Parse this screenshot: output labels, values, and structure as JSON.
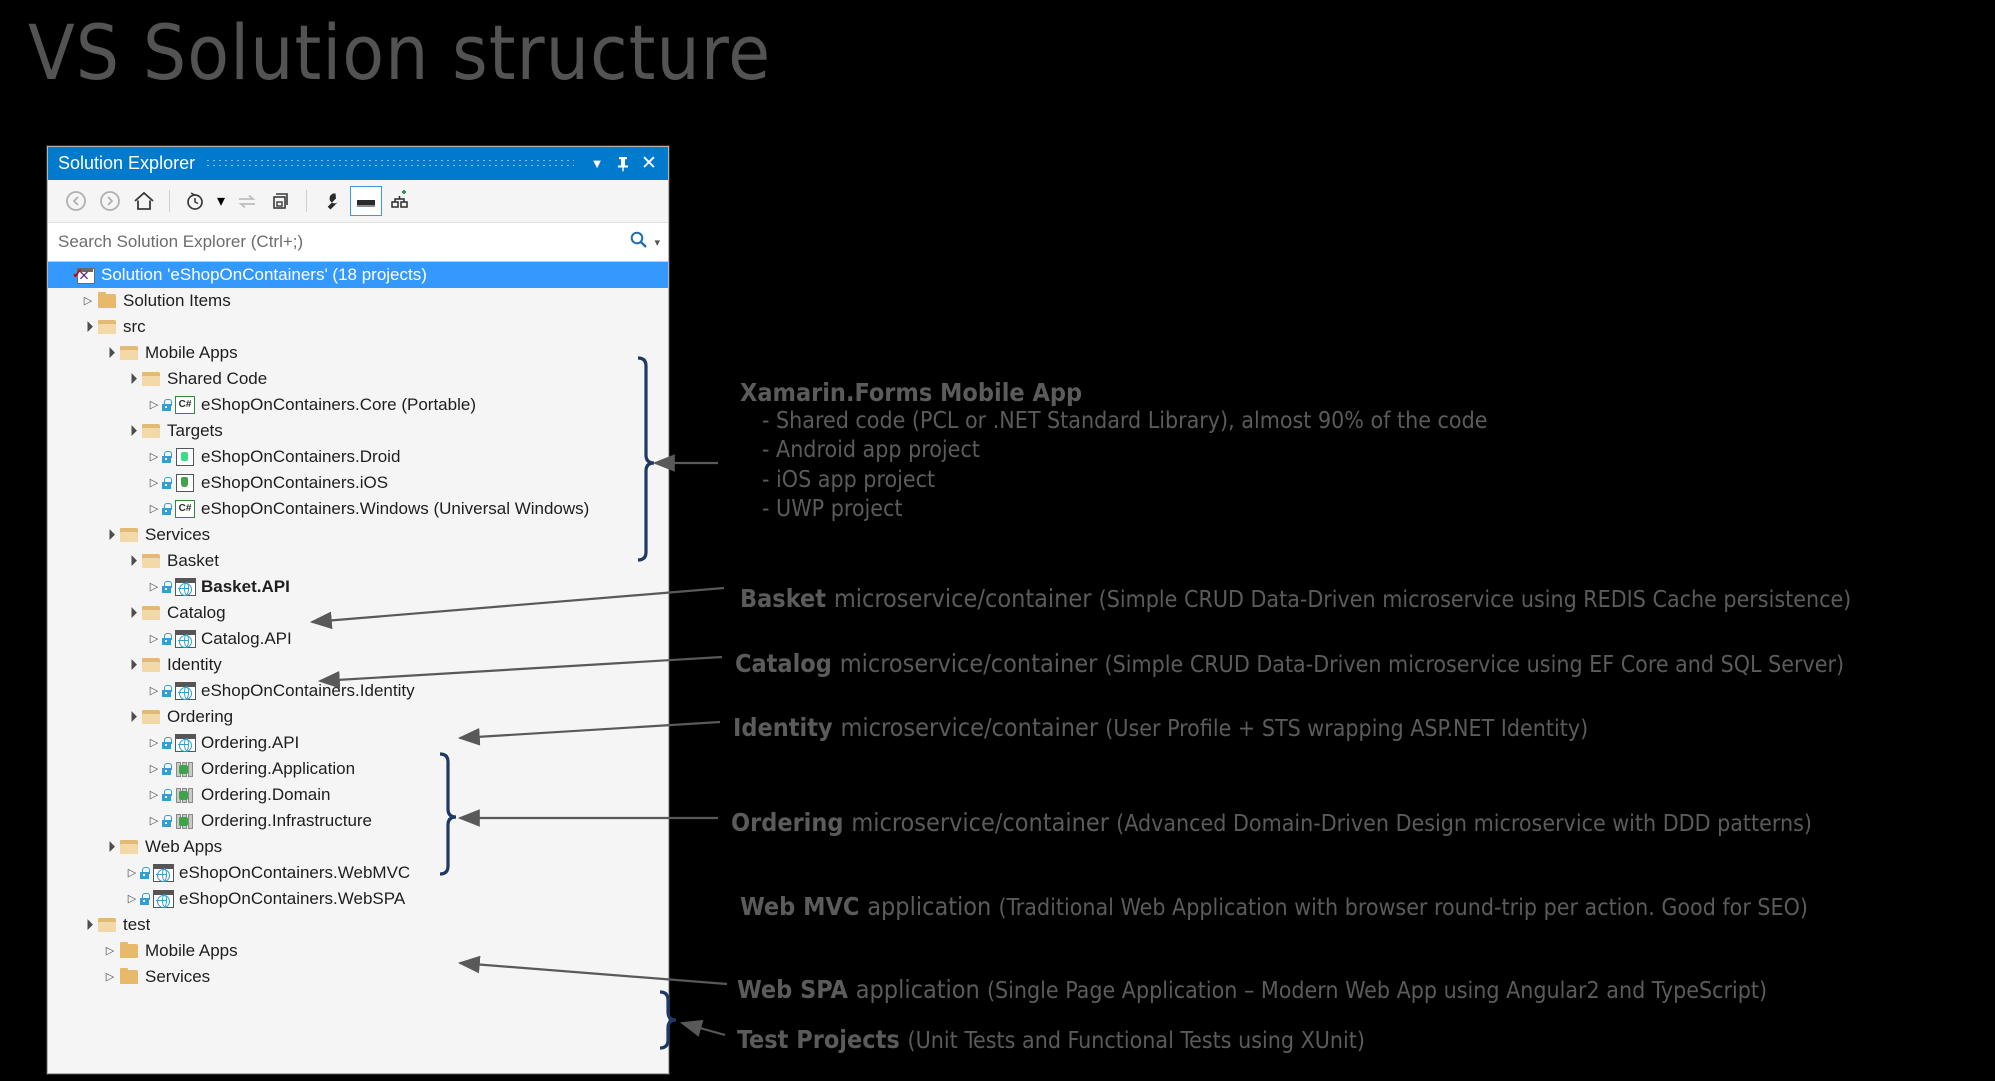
{
  "slide": {
    "title": "VS Solution structure"
  },
  "panel": {
    "title": "Solution Explorer",
    "titlebar_buttons": [
      {
        "name": "dropdown",
        "glyph": "▼"
      },
      {
        "name": "pin",
        "glyph": "⚐"
      },
      {
        "name": "close",
        "glyph": "✕"
      }
    ],
    "toolbar": [
      {
        "name": "back-button",
        "glyph": "←"
      },
      {
        "name": "forward-button",
        "glyph": "→"
      },
      {
        "name": "home-button",
        "glyph": "⌂"
      },
      {
        "name": "pending-changes-button",
        "glyph": "◴"
      },
      {
        "name": "pending-changes-dropdown",
        "glyph": "▾"
      },
      {
        "name": "sync-button",
        "glyph": "⇆"
      },
      {
        "name": "collapse-all-button",
        "glyph": "⧉"
      },
      {
        "name": "properties-button",
        "glyph": "ὒ7"
      },
      {
        "name": "preview-selected-items-button",
        "glyph": "▬"
      },
      {
        "name": "show-all-files-button",
        "glyph": "⚔"
      }
    ],
    "search": {
      "placeholder": "Search Solution Explorer (Ctrl+;)",
      "icon": "search-icon",
      "dropdown": "▾"
    },
    "tree": [
      {
        "id": "solution",
        "label": "Solution 'eShopOnContainers' (18 projects)",
        "indent": 0,
        "twisty": "expanded",
        "icon": "solution-icon",
        "selected": true,
        "bold": false,
        "lock": false
      },
      {
        "id": "solution-items",
        "label": "Solution Items",
        "indent": 1,
        "twisty": "collapsed",
        "icon": "folder-closed",
        "selected": false,
        "bold": false,
        "lock": false
      },
      {
        "id": "src",
        "label": "src",
        "indent": 1,
        "twisty": "expanded",
        "icon": "folder-open",
        "selected": false,
        "bold": false,
        "lock": false
      },
      {
        "id": "mobile-apps",
        "label": "Mobile Apps",
        "indent": 2,
        "twisty": "expanded",
        "icon": "folder-open",
        "selected": false,
        "bold": false,
        "lock": false
      },
      {
        "id": "shared-code",
        "label": "Shared Code",
        "indent": 3,
        "twisty": "expanded",
        "icon": "folder-open",
        "selected": false,
        "bold": false,
        "lock": false
      },
      {
        "id": "core",
        "label": "eShopOnContainers.Core (Portable)",
        "indent": 4,
        "twisty": "collapsed",
        "icon": "csharp-project-icon",
        "selected": false,
        "bold": false,
        "lock": true
      },
      {
        "id": "targets",
        "label": "Targets",
        "indent": 3,
        "twisty": "expanded",
        "icon": "folder-open",
        "selected": false,
        "bold": false,
        "lock": false
      },
      {
        "id": "droid",
        "label": "eShopOnContainers.Droid",
        "indent": 4,
        "twisty": "collapsed",
        "icon": "android-project-icon",
        "selected": false,
        "bold": false,
        "lock": true
      },
      {
        "id": "ios",
        "label": "eShopOnContainers.iOS",
        "indent": 4,
        "twisty": "collapsed",
        "icon": "ios-project-icon",
        "selected": false,
        "bold": false,
        "lock": true
      },
      {
        "id": "windows",
        "label": "eShopOnContainers.Windows (Universal Windows)",
        "indent": 4,
        "twisty": "collapsed",
        "icon": "csharp-project-icon",
        "selected": false,
        "bold": false,
        "lock": true
      },
      {
        "id": "services",
        "label": "Services",
        "indent": 2,
        "twisty": "expanded",
        "icon": "folder-open",
        "selected": false,
        "bold": false,
        "lock": false
      },
      {
        "id": "basket",
        "label": "Basket",
        "indent": 3,
        "twisty": "expanded",
        "icon": "folder-open",
        "selected": false,
        "bold": false,
        "lock": false
      },
      {
        "id": "basket-api",
        "label": "Basket.API",
        "indent": 4,
        "twisty": "collapsed",
        "icon": "web-project-icon",
        "selected": false,
        "bold": true,
        "lock": true
      },
      {
        "id": "catalog",
        "label": "Catalog",
        "indent": 3,
        "twisty": "expanded",
        "icon": "folder-open",
        "selected": false,
        "bold": false,
        "lock": false
      },
      {
        "id": "catalog-api",
        "label": "Catalog.API",
        "indent": 4,
        "twisty": "collapsed",
        "icon": "web-project-icon",
        "selected": false,
        "bold": false,
        "lock": true
      },
      {
        "id": "identity",
        "label": "Identity",
        "indent": 3,
        "twisty": "expanded",
        "icon": "folder-open",
        "selected": false,
        "bold": false,
        "lock": false
      },
      {
        "id": "identity-proj",
        "label": "eShopOnContainers.Identity",
        "indent": 4,
        "twisty": "collapsed",
        "icon": "web-project-icon",
        "selected": false,
        "bold": false,
        "lock": true
      },
      {
        "id": "ordering",
        "label": "Ordering",
        "indent": 3,
        "twisty": "expanded",
        "icon": "folder-open",
        "selected": false,
        "bold": false,
        "lock": false
      },
      {
        "id": "ordering-api",
        "label": "Ordering.API",
        "indent": 4,
        "twisty": "collapsed",
        "icon": "web-project-icon",
        "selected": false,
        "bold": false,
        "lock": true
      },
      {
        "id": "ordering-application",
        "label": "Ordering.Application",
        "indent": 4,
        "twisty": "collapsed",
        "icon": "library-project-icon",
        "selected": false,
        "bold": false,
        "lock": true
      },
      {
        "id": "ordering-domain",
        "label": "Ordering.Domain",
        "indent": 4,
        "twisty": "collapsed",
        "icon": "library-project-icon",
        "selected": false,
        "bold": false,
        "lock": true
      },
      {
        "id": "ordering-infrastructure",
        "label": "Ordering.Infrastructure",
        "indent": 4,
        "twisty": "collapsed",
        "icon": "library-project-icon",
        "selected": false,
        "bold": false,
        "lock": true
      },
      {
        "id": "web-apps",
        "label": "Web Apps",
        "indent": 2,
        "twisty": "expanded",
        "icon": "folder-open",
        "selected": false,
        "bold": false,
        "lock": false
      },
      {
        "id": "webmvc",
        "label": "eShopOnContainers.WebMVC",
        "indent": 3,
        "twisty": "collapsed",
        "icon": "web-project-icon",
        "selected": false,
        "bold": false,
        "lock": true
      },
      {
        "id": "webspa",
        "label": "eShopOnContainers.WebSPA",
        "indent": 3,
        "twisty": "collapsed",
        "icon": "web-project-icon",
        "selected": false,
        "bold": false,
        "lock": true
      },
      {
        "id": "test",
        "label": "test",
        "indent": 1,
        "twisty": "expanded",
        "icon": "folder-open",
        "selected": false,
        "bold": false,
        "lock": false
      },
      {
        "id": "test-mobile-apps",
        "label": "Mobile Apps",
        "indent": 2,
        "twisty": "collapsed",
        "icon": "folder-closed",
        "selected": false,
        "bold": false,
        "lock": false
      },
      {
        "id": "test-services",
        "label": "Services",
        "indent": 2,
        "twisty": "collapsed",
        "icon": "folder-closed",
        "selected": false,
        "bold": false,
        "lock": false
      }
    ]
  },
  "annotations": [
    {
      "id": "xamarin",
      "heading": "Xamarin.Forms Mobile App",
      "bullets": [
        "- Shared code (PCL or .NET Standard Library), almost 90% of the code",
        "- Android app project",
        "- iOS app project",
        "- UWP project"
      ]
    },
    {
      "id": "basket",
      "bold": "Basket",
      "rest": "microservice/container",
      "detail": "(Simple CRUD Data-Driven microservice using REDIS Cache persistence)"
    },
    {
      "id": "catalog",
      "bold": "Catalog",
      "rest": "microservice/container",
      "detail": "(Simple CRUD Data-Driven microservice using EF Core and SQL Server)"
    },
    {
      "id": "identity",
      "bold": "Identity",
      "rest": "microservice/container",
      "detail": "(User Profile + STS wrapping ASP.NET Identity)"
    },
    {
      "id": "ordering",
      "bold": "Ordering",
      "rest": "microservice/container",
      "detail": "(Advanced Domain-Driven Design microservice with DDD patterns)"
    },
    {
      "id": "webmvc",
      "bold": "Web MVC",
      "rest": "application",
      "detail": "(Traditional Web Application with browser round-trip per action. Good for SEO)"
    },
    {
      "id": "webspa",
      "bold": "Web SPA",
      "rest": "application",
      "detail": "(Single Page Application – Modern Web App using Angular2 and TypeScript)"
    },
    {
      "id": "tests",
      "bold": "Test Projects",
      "rest": "",
      "detail": "(Unit Tests and Functional Tests using XUnit)"
    }
  ],
  "colors": {
    "background": "#000000",
    "title": "#535353",
    "panel_accent": "#007acc",
    "selection": "#3399ff",
    "annotation_text": "#5b5b5b",
    "bracket": "#1f3864",
    "arrow": "#595959"
  }
}
